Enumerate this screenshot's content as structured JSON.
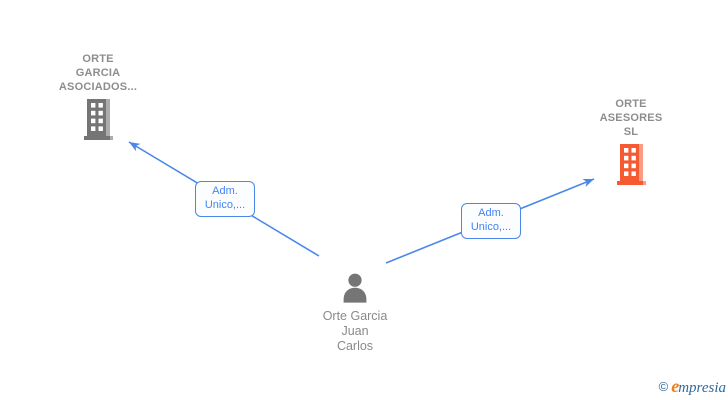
{
  "diagram": {
    "nodes": {
      "company_left": {
        "name": "ORTE GARCIA ASOCIADOS...",
        "lines": [
          "ORTE",
          "GARCIA",
          "ASOCIADOS..."
        ],
        "type": "company",
        "icon": "building-icon",
        "color": "#757575"
      },
      "company_right": {
        "name": "ORTE ASESORES SL",
        "lines": [
          "ORTE",
          "ASESORES",
          "SL"
        ],
        "type": "company",
        "icon": "building-icon",
        "color": "#f65a32"
      },
      "person_center": {
        "name": "Orte Garcia Juan Carlos",
        "lines": [
          "Orte Garcia",
          "Juan",
          "Carlos"
        ],
        "type": "person",
        "icon": "person-icon",
        "color": "#757575"
      }
    },
    "edges": [
      {
        "from": "person_center",
        "to": "company_left",
        "label": "Adm. Unico,...",
        "label_lines": [
          "Adm.",
          "Unico,..."
        ],
        "color": "#4a87e8"
      },
      {
        "from": "person_center",
        "to": "company_right",
        "label": "Adm. Unico,...",
        "label_lines": [
          "Adm.",
          "Unico,..."
        ],
        "color": "#4a87e8"
      }
    ],
    "colors": {
      "edge_blue": "#4a87e8",
      "label_text_blue": "#4285f4",
      "company_gray": "#757575",
      "company_orange": "#f65a32",
      "node_text_gray": "#8a8a8a"
    }
  },
  "watermark": {
    "copyright": "©",
    "brand_initial": "e",
    "brand_rest": "mpresia",
    "brand_full": "empresia"
  }
}
